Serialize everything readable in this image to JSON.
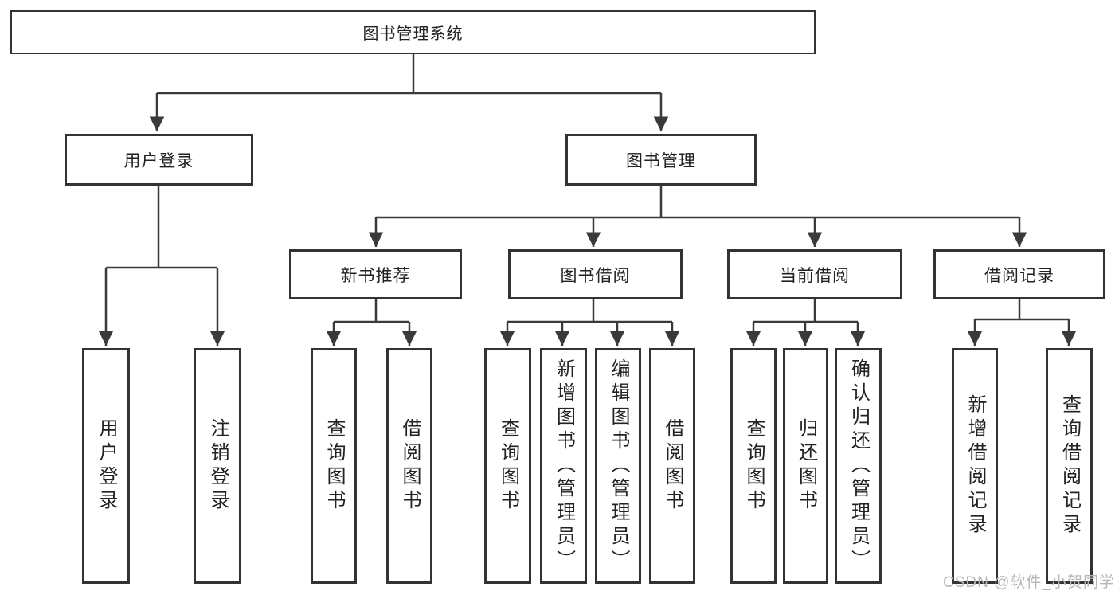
{
  "diagram": {
    "root": {
      "label": "图书管理系统",
      "children": [
        {
          "label": "用户登录",
          "children": [
            {
              "label": "用户登录"
            },
            {
              "label": "注销登录"
            }
          ]
        },
        {
          "label": "图书管理",
          "children": [
            {
              "label": "新书推荐",
              "children": [
                {
                  "label": "查询图书"
                },
                {
                  "label": "借阅图书"
                }
              ]
            },
            {
              "label": "图书借阅",
              "children": [
                {
                  "label": "查询图书"
                },
                {
                  "label": "新增图书（管理员）"
                },
                {
                  "label": "编辑图书（管理员）"
                },
                {
                  "label": "借阅图书"
                }
              ]
            },
            {
              "label": "当前借阅",
              "children": [
                {
                  "label": "查询图书"
                },
                {
                  "label": "归还图书"
                },
                {
                  "label": "确认归还（管理员）"
                }
              ]
            },
            {
              "label": "借阅记录",
              "children": [
                {
                  "label": "新增借阅记录"
                },
                {
                  "label": "查询借阅记录"
                }
              ]
            }
          ]
        }
      ]
    },
    "watermark": "CSDN @软件_小贺同学",
    "colors": {
      "line": "#3a3a3a",
      "box_border": "#333333",
      "text": "#222222",
      "watermark": "#b7b7b7",
      "background": "#ffffff"
    }
  }
}
